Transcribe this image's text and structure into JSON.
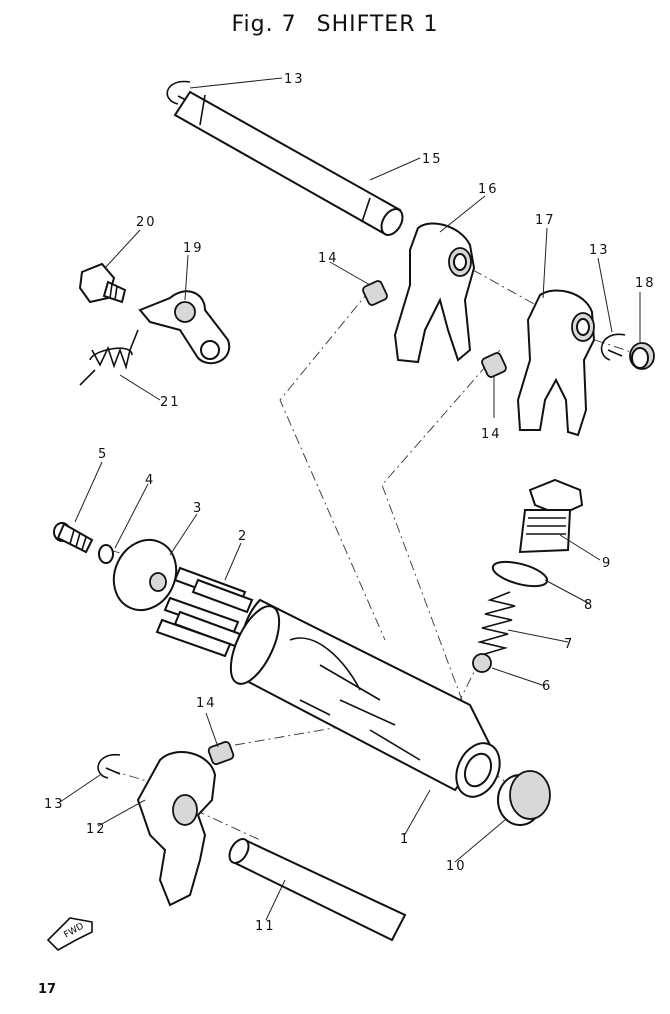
{
  "figure": {
    "fig_label": "Fig. 7",
    "title": "SHIFTER 1"
  },
  "page_number": "17",
  "fwd_label": "FWD",
  "callouts": {
    "c1": "1",
    "c2": "2",
    "c3": "3",
    "c4": "4",
    "c5": "5",
    "c6": "6",
    "c7": "7",
    "c8": "8",
    "c9": "9",
    "c10": "10",
    "c11": "11",
    "c12": "12",
    "c13a": "13",
    "c13b": "13",
    "c13c": "13",
    "c14a": "14",
    "c14b": "14",
    "c14c": "14",
    "c15": "15",
    "c16": "16",
    "c17": "17",
    "c18": "18",
    "c19": "19",
    "c20": "20",
    "c21": "21"
  }
}
